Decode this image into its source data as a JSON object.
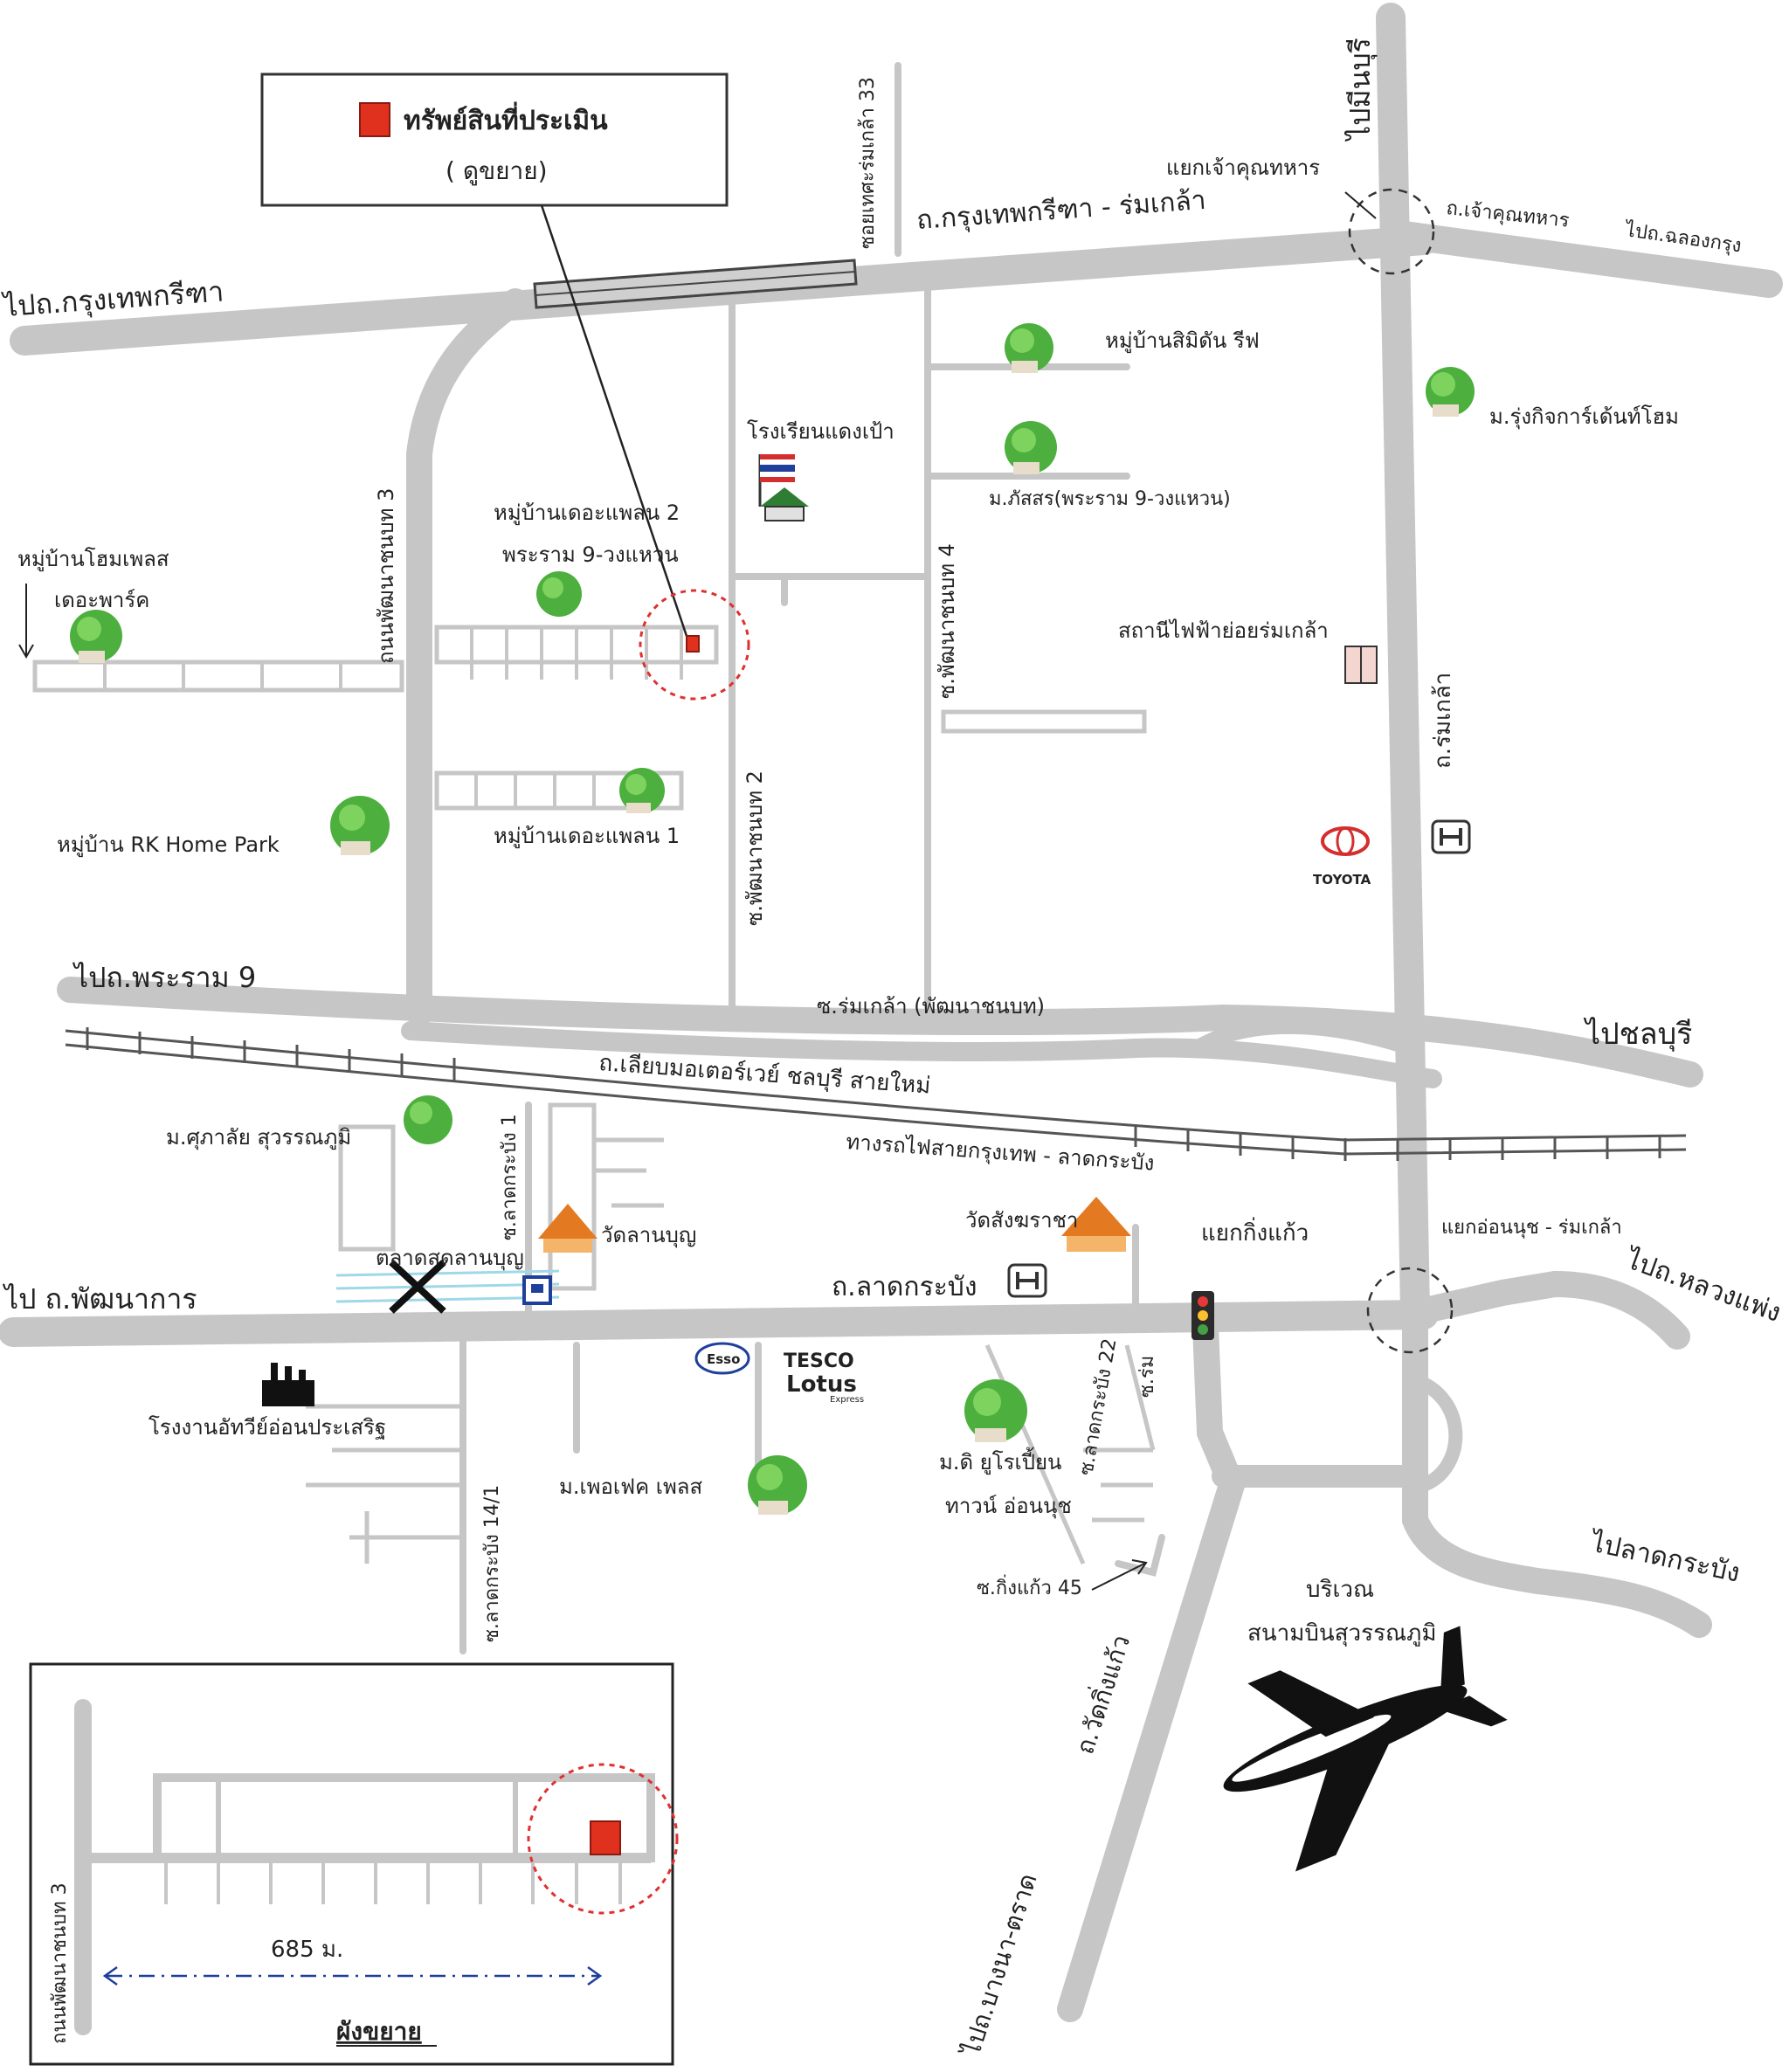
{
  "legend": {
    "property_label": "ทรัพย์สินที่ประเมิน",
    "zoom_note": "( ดูขยาย)"
  },
  "roads": {
    "krungthep_kreetha_ramkhlao": "ถ.กรุงเทพกรีฑา - ร่มเกล้า",
    "to_krungthep_kreetha": "ไปถ.กรุงเทพกรีฑา",
    "soi_ramkhlao_33": "ซอยเทศะร่มเกล้า 33",
    "to_minburi": "ไปมีนบุรี",
    "chao_khun_thahan_junction": "แยกเจ้าคุณทหาร",
    "chao_khun_thahan_road": "ถ.เจ้าคุณทหาร",
    "to_chalong_krung": "ไปถ.ฉลองกรุง",
    "phatthana_chonnabot_3": "ถนนพัฒนาชนบท 3",
    "soi_phatthana_chonnabot_2": "ซ.พัฒนาชนบท 2",
    "soi_phatthana_chonnabot_4": "ซ.พัฒนาชนบท 4",
    "ramkhlao_road": "ถ.ร่มเกล้า",
    "to_rama9": "ไปถ.พระราม 9",
    "soi_ramkhlao_phatthana": "ซ.ร่มเกล้า (พัฒนาชนบท)",
    "to_chonburi": "ไปชลบุรี",
    "motorway": "ถ.เลียบมอเตอร์เวย์ ชลบุรี สายใหม่",
    "railway": "ทางรถไฟสายกรุงเทพ - ลาดกระบัง",
    "to_phatthanakan": "ไป ถ.พัฒนาการ",
    "lat_krabang_road": "ถ.ลาดกระบัง",
    "soi_lat_krabang_1": "ซ.ลาดกระบัง 1",
    "soi_lat_krabang_14_1": "ซ.ลาดกระบัง 14/1",
    "soi_lat_krabang_22": "ซ.ลาดกระบัง 22",
    "soi_ramkhlao_short": "ซ.ร่ม",
    "king_kaeo_junction": "แยกกิ่งแก้ว",
    "on_nut_ramkhlao_junction": "แยกอ่อนนุช - ร่มเกล้า",
    "to_luang_phaeng": "ไปถ.หลวงแพ่ง",
    "to_lat_krabang": "ไปลาดกระบัง",
    "soi_king_kaeo_45": "ซ.กิ่งแก้ว 45",
    "wat_king_kaeo_road": "ถ.วัดกิ่งแก้ว",
    "to_bangna_trat": "ไปถ.บางนา-ตราด"
  },
  "places": {
    "simidan_reef": "หมู่บ้านสิมิดัน รีฟ",
    "rungkit_cadence_home": "ม.รุ่งกิจการ์เด้นท์โฮม",
    "school": "โรงเรียนแดงเป้า",
    "phatsorn": "ม.ภัสสร(พระราม 9-วงแหวน)",
    "the_plan_2_line1": "หมู่บ้านเดอะแพลน 2",
    "the_plan_2_line2": "พระราม 9-วงแหวน",
    "home_place_line1": "หมู่บ้านโฮมเพลส",
    "home_place_line2": "เดอะพาร์ค",
    "substation": "สถานีไฟฟ้าย่อยร่มเกล้า",
    "rk_home_park": "หมู่บ้าน RK Home Park",
    "the_plan_1": "หมู่บ้านเดอะแพลน 1",
    "toyota": "TOYOTA",
    "suphalai": "ม.ศุภาลัย สุวรรณภูมิ",
    "wat_sangkharacha": "วัดสังฆราชา",
    "wat_lan_bun": "วัดลานบุญ",
    "lan_bun_market": "ตลาดสดลานบุญ",
    "esso": "Esso",
    "tesco": "TESCO",
    "lotus": "Lotus",
    "lotus_sub": "Express",
    "factory": "โรงงานอัทวีย์อ่อนประเสริฐ",
    "perfect_place": "ม.เพอเฟค เพลส",
    "european_line1": "ม.ดิ ยูโรเปี้ยน",
    "european_line2": "ทาวน์ อ่อนนุช",
    "airport_line1": "บริเวณ",
    "airport_line2": "สนามบินสุวรรณภูมิ"
  },
  "inset": {
    "road_label": "ถนนพัฒนาชนบท 3",
    "distance": "685 ม.",
    "title": "ผังขยาย"
  },
  "colors": {
    "road": "#c6c6c6",
    "property": "#e0301e",
    "circle": "#e03030"
  },
  "icons": [
    "property-marker-icon",
    "village-tree-icon",
    "school-flag-icon",
    "substation-icon",
    "honda-logo-icon",
    "toyota-logo-icon",
    "temple-icon",
    "market-icon",
    "factory-icon",
    "traffic-light-icon",
    "airplane-icon"
  ]
}
